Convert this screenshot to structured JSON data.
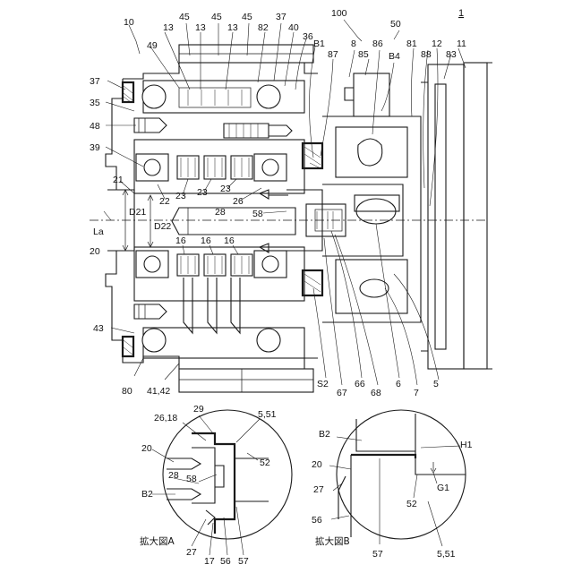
{
  "figure_number": "1",
  "main_labels": {
    "n100": "100",
    "n10": "10",
    "n13a": "13",
    "n13b": "13",
    "n13c": "13",
    "n45a": "45",
    "n45b": "45",
    "n45c": "45",
    "n37top": "37",
    "n82": "82",
    "n40": "40",
    "n36": "36",
    "B1": "B1",
    "n49": "49",
    "n50": "50",
    "n8": "8",
    "n86": "86",
    "n81": "81",
    "n12": "12",
    "n11": "11",
    "n87": "87",
    "n85": "85",
    "B4": "B4",
    "n88": "88",
    "n83": "83",
    "n37left": "37",
    "n35": "35",
    "n48": "48",
    "n39": "39",
    "n21": "21",
    "D21": "D21",
    "D22": "D22",
    "La": "La",
    "n20": "20",
    "n22": "22",
    "n23a": "23",
    "n23b": "23",
    "n23c": "23",
    "n26": "26",
    "n28": "28",
    "n58": "58",
    "n16a": "16",
    "n16b": "16",
    "n16c": "16",
    "n43": "43",
    "n80": "80",
    "n4142": "41,42",
    "S2": "S2",
    "n67": "67",
    "n66": "66",
    "n68": "68",
    "n6": "6",
    "n7": "7",
    "n5": "5"
  },
  "inset_a": {
    "caption": "拡大図A",
    "labels": {
      "n29": "29",
      "n2618": "26,18",
      "n551": "5,51",
      "n20": "20",
      "n52": "52",
      "n28": "28",
      "n58": "58",
      "B2": "B2",
      "n27": "27",
      "n17": "17",
      "n56": "56",
      "n57": "57"
    }
  },
  "inset_b": {
    "caption": "拡大図B",
    "labels": {
      "B2": "B2",
      "H1": "H1",
      "n20": "20",
      "n52": "52",
      "G1": "G1",
      "n27": "27",
      "n56": "56",
      "n57": "57",
      "n551": "5,51"
    }
  }
}
